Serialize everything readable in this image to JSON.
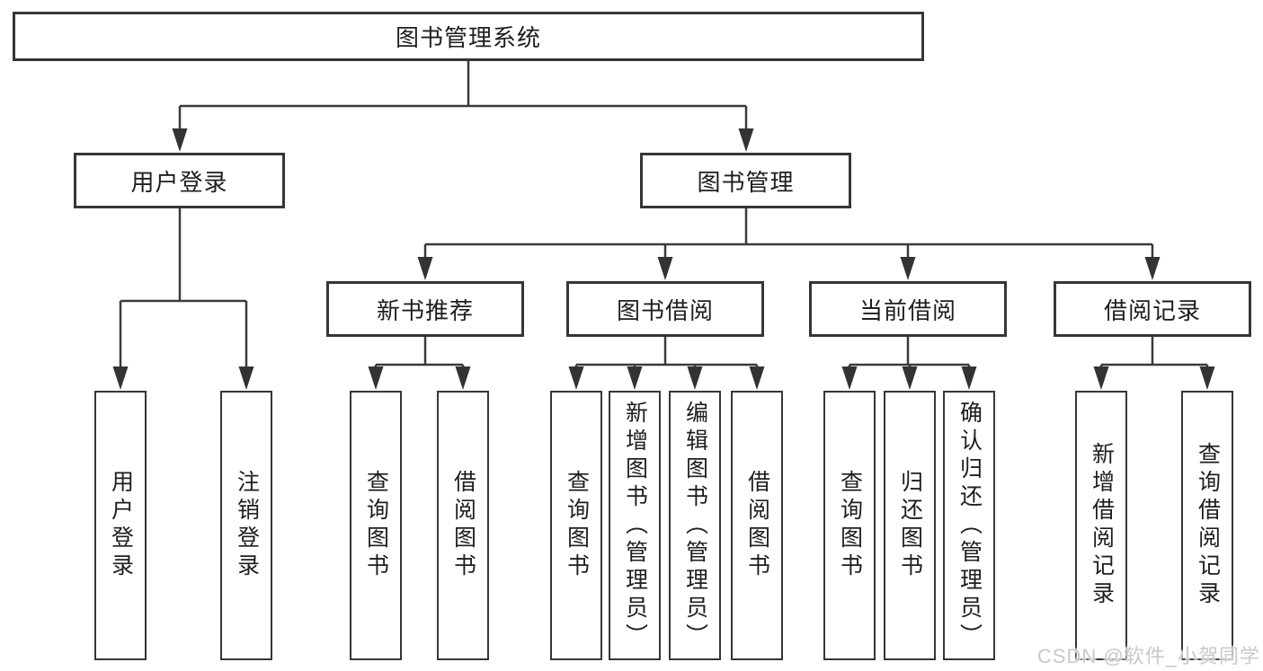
{
  "colors": {
    "line": "#3a3a3a",
    "arrow_fill": "#333333",
    "box_border": "#363636",
    "text": "#1e1e1e",
    "background": "#ffffff",
    "watermark": "#c9c9c9"
  },
  "watermark": "CSDN @软件_小贺同学",
  "nodes": {
    "root": {
      "label": "图书管理系统"
    },
    "level2": [
      {
        "label": "用户登录"
      },
      {
        "label": "图书管理"
      }
    ],
    "level3": [
      {
        "label": "新书推荐"
      },
      {
        "label": "图书借阅"
      },
      {
        "label": "当前借阅"
      },
      {
        "label": "借阅记录"
      }
    ],
    "leaves": {
      "user_login": [
        {
          "label": "用户登录"
        },
        {
          "label": "注销登录"
        }
      ],
      "new_book": [
        {
          "label": "查询图书"
        },
        {
          "label": "借阅图书"
        }
      ],
      "book_borrow": [
        {
          "label": "查询图书"
        },
        {
          "label": "新增图书（管理员）"
        },
        {
          "label": "编辑图书（管理员）"
        },
        {
          "label": "借阅图书"
        }
      ],
      "current_borrow": [
        {
          "label": "查询图书"
        },
        {
          "label": "归还图书"
        },
        {
          "label": "确认归还（管理员）"
        }
      ],
      "borrow_record": [
        {
          "label": "新增借阅记录"
        },
        {
          "label": "查询借阅记录"
        }
      ]
    }
  }
}
